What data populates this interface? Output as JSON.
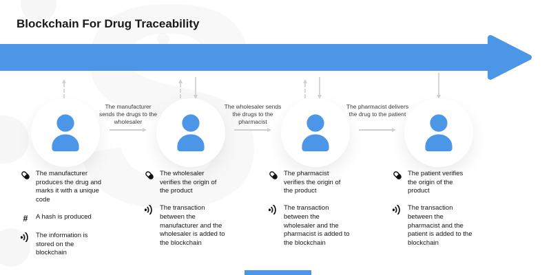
{
  "title": "Blockchain For Drug Traceability",
  "colors": {
    "accent_blue": "#4b96e6",
    "gray_arrow": "#cfcfcf",
    "title_text": "#1a1a1a",
    "body_text": "#141414",
    "background": "#ffffff"
  },
  "icons": {
    "hash_glyph": "#"
  },
  "stations": [
    {
      "icon": "person-icon",
      "arrow_up_to_blockchain": true,
      "arrow_down_from_blockchain": false,
      "transfer_label": "The manufacturer sends the drugs to the wholesaler",
      "bullets": [
        {
          "icon": "pill-icon",
          "text": "The manufacturer produces the drug and marks it with a unique code"
        },
        {
          "icon": "hash-icon",
          "text": "A hash is produced"
        },
        {
          "icon": "broadcast-icon",
          "text": "The information is stored on the blockchain"
        }
      ]
    },
    {
      "icon": "person-icon",
      "arrow_up_to_blockchain": true,
      "arrow_down_from_blockchain": true,
      "transfer_label": "The wholesaler sends the drugs to the pharmacist",
      "bullets": [
        {
          "icon": "pill-icon",
          "text": "The wholesaler verifies the origin of the product"
        },
        {
          "icon": "broadcast-icon",
          "text": "The transaction between the manufacturer and the wholesaler is added to the blockchain"
        }
      ]
    },
    {
      "icon": "person-icon",
      "arrow_up_to_blockchain": true,
      "arrow_down_from_blockchain": true,
      "transfer_label": "The pharmacist delivers the drug to the patient",
      "bullets": [
        {
          "icon": "pill-icon",
          "text": "The pharmacist verifies the origin of the product"
        },
        {
          "icon": "broadcast-icon",
          "text": "The transaction between the wholesaler and the pharmacist is added to the blockchain"
        }
      ]
    },
    {
      "icon": "person-icon",
      "arrow_up_to_blockchain": false,
      "arrow_down_from_blockchain": true,
      "transfer_label": "",
      "bullets": [
        {
          "icon": "pill-icon",
          "text": "The patient verifies the origin of the product"
        },
        {
          "icon": "broadcast-icon",
          "text": "The transaction between the pharmacist and the patient is added to the blockchain"
        }
      ]
    }
  ]
}
